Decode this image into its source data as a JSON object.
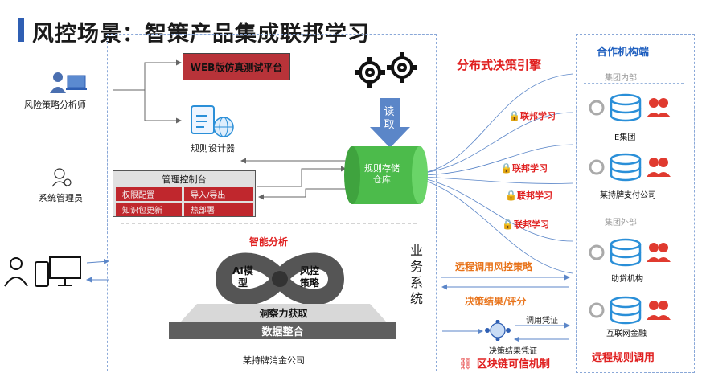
{
  "title": "风控场景：智策产品集成联邦学习",
  "left_panel": {
    "web_platform": "WEB版仿真测试平台",
    "analyst": "风险策略分析师",
    "rule_designer": "规则设计器",
    "admin": "系统管理员",
    "console": {
      "title": "管理控制台",
      "cells": [
        "权限配置",
        "导入/导出",
        "知识包更新",
        "热部署"
      ]
    },
    "read_label": "读取",
    "rule_store": "规则存储仓库",
    "smart_analysis": "智能分析",
    "ai_model": "AI模型",
    "risk_policy": "风控策略",
    "insight": "洞察力获取",
    "data_integration": "数据整合",
    "company": "某持牌消金公司",
    "business_system": "业务系统"
  },
  "middle": {
    "engine_title": "分布式决策引擎",
    "fed_labels": [
      "联邦学习",
      "联邦学习",
      "联邦学习",
      "联邦学习"
    ],
    "remote_call": "远程调用风控策略",
    "decision_result": "决策结果/评分",
    "call_credential": "调用凭证",
    "result_credential": "决策结果凭证",
    "blockchain": "区块链可信机制"
  },
  "right_panel": {
    "title": "合作机构端",
    "group_inside": "集团内部",
    "group_outside": "集团外部",
    "partners": [
      "E集团",
      "某持牌支付公司",
      "助贷机构",
      "互联网金融"
    ],
    "footer": "远程规则调用"
  },
  "colors": {
    "accent_blue": "#2f5fb3",
    "red": "#e02020",
    "orange": "#e8731a",
    "green": "#4cbb4b"
  }
}
